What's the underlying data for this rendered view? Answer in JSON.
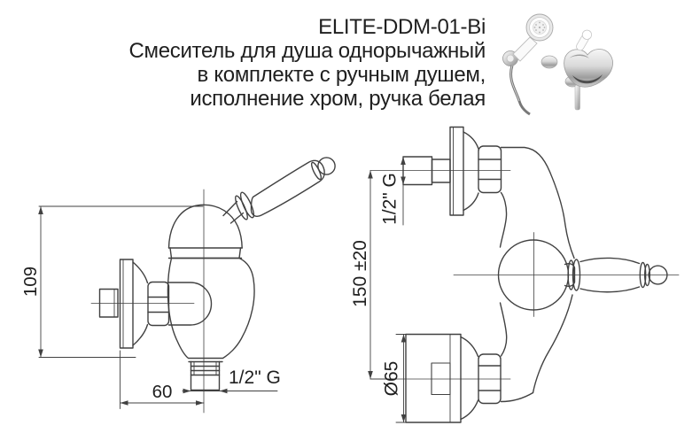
{
  "product": {
    "code": "ELITE-DDM-01-Bi",
    "description_lines": [
      "Смеситель для душа однорычажный",
      "в комплекте с ручным душем,",
      "исполнение хром, ручка белая"
    ]
  },
  "drawings": {
    "side_view": {
      "dim_height": "109",
      "dim_depth": "60",
      "dim_outlet_thread": "1/2\" G"
    },
    "front_view": {
      "dim_inlet_thread": "1/2\" G",
      "dim_centers": "150 ±20",
      "dim_escutcheon_diameter": "Ø65"
    }
  },
  "colors": {
    "background": "#ffffff",
    "line": "#414141",
    "text": "#1f1f1f"
  }
}
